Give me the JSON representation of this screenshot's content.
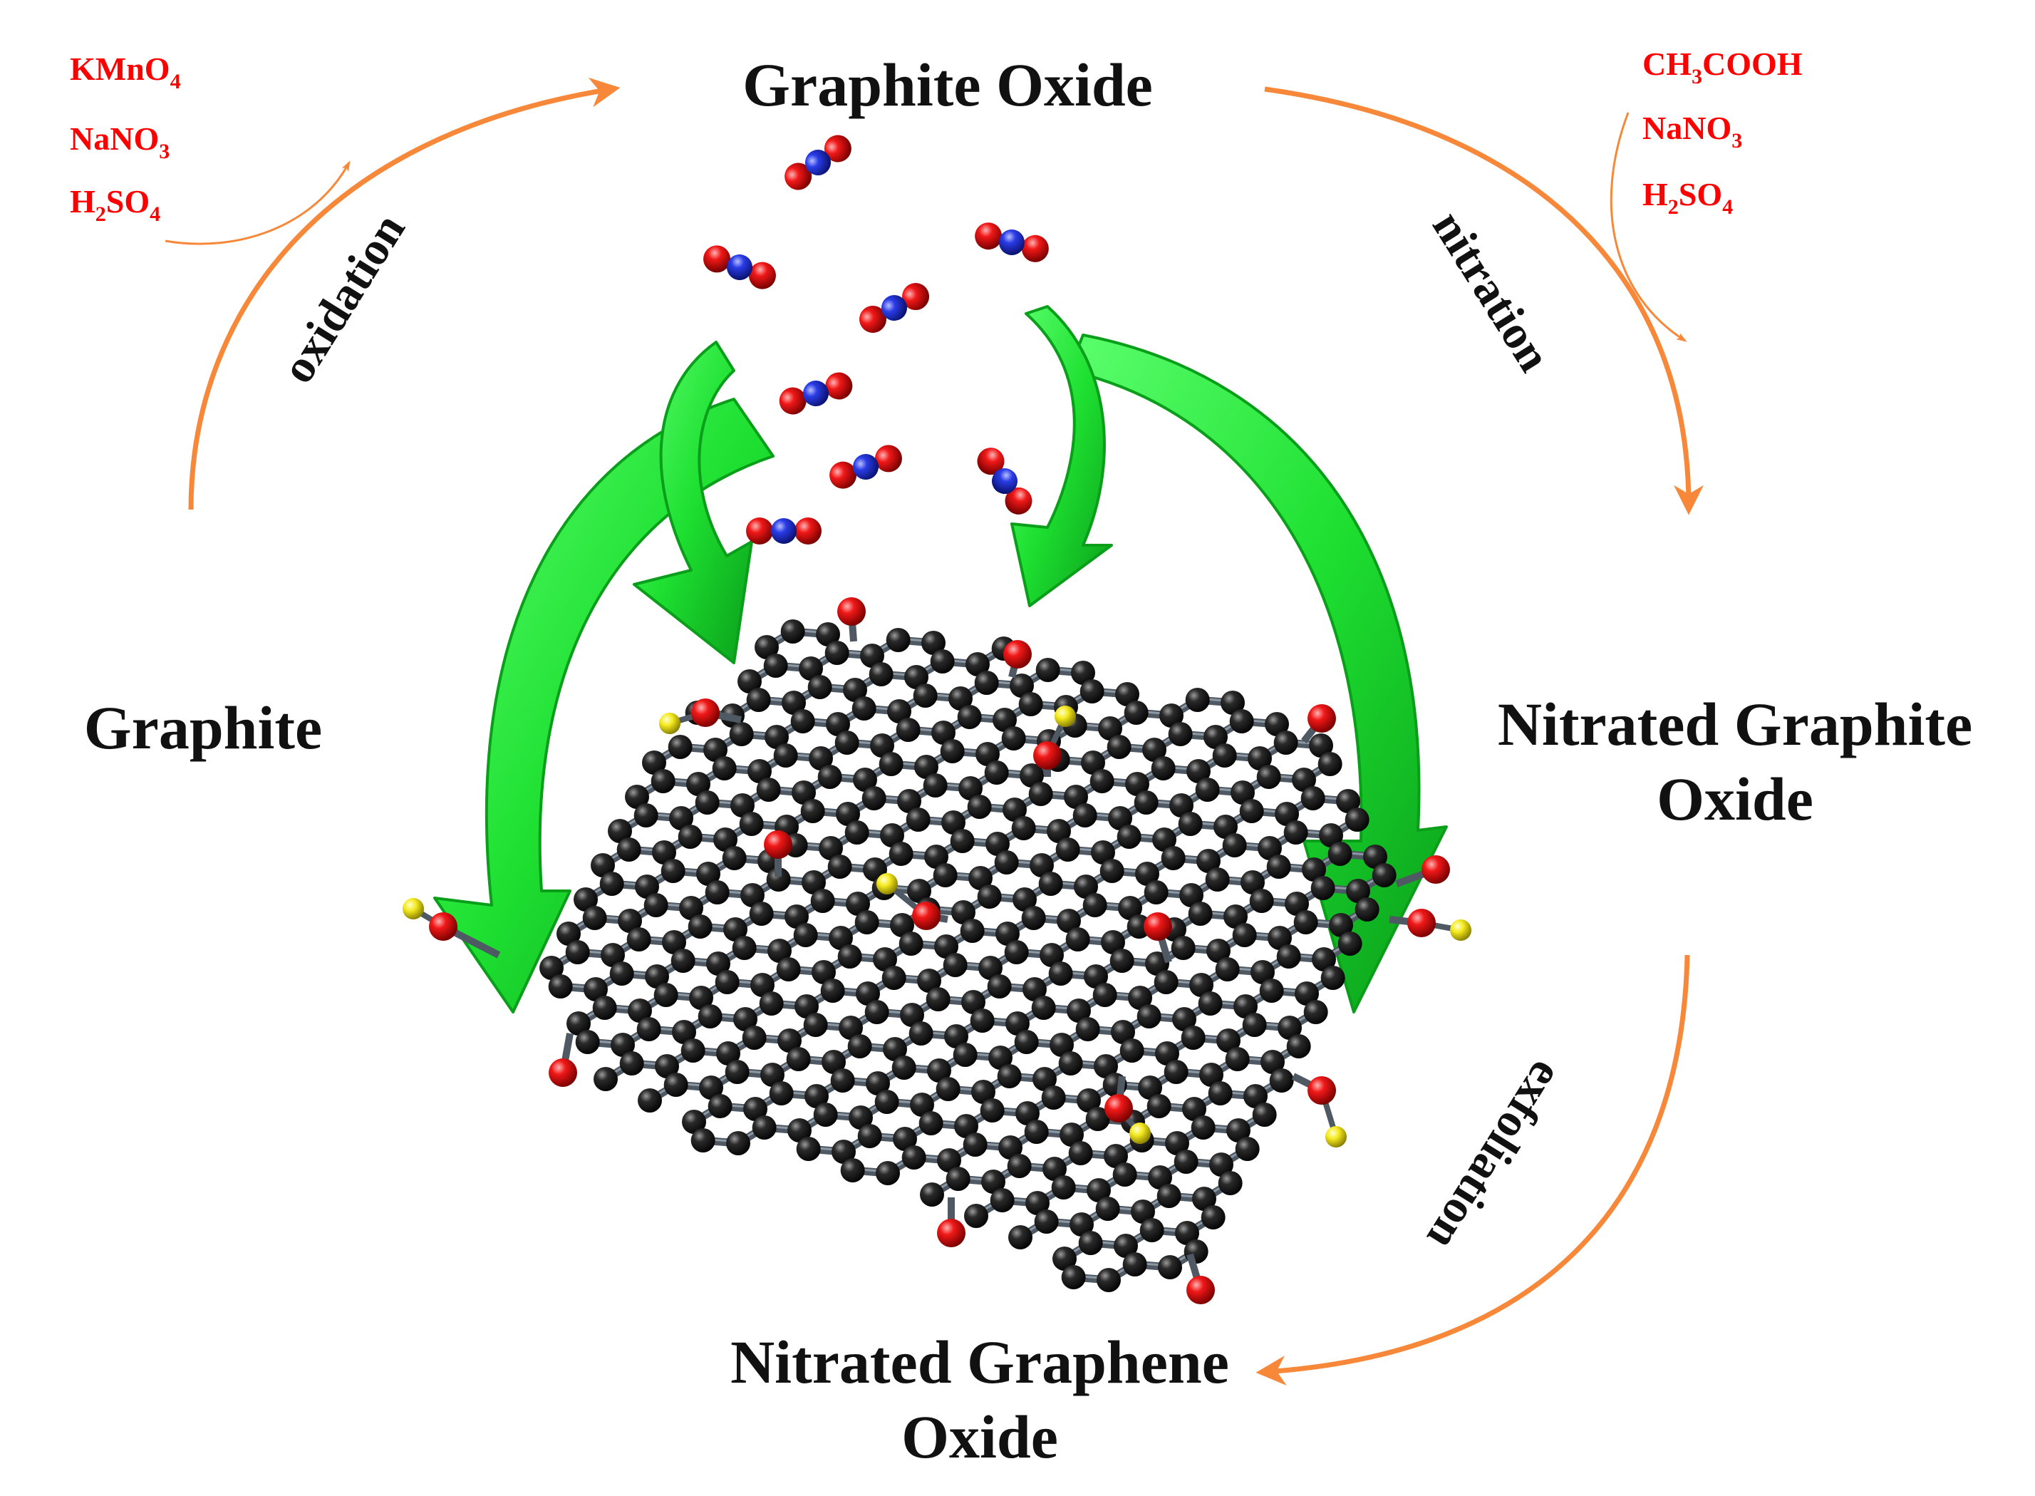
{
  "nodes": {
    "graphite_oxide": "Graphite Oxide",
    "graphite": "Graphite",
    "nitrated_graphite_oxide": [
      "Nitrated Graphite",
      "Oxide"
    ],
    "nitrated_graphene_oxide": [
      "Nitrated Graphene",
      "Oxide"
    ]
  },
  "steps": {
    "oxidation": {
      "label": "oxidation",
      "reagents": [
        {
          "base": "KMnO",
          "sub": "4",
          "tail": ""
        },
        {
          "base": "NaNO",
          "sub": "3",
          "tail": ""
        },
        {
          "base": "H",
          "sub": "2",
          "tail": "SO",
          "sub2": "4"
        }
      ]
    },
    "nitration": {
      "label": "nitration",
      "reagents": [
        {
          "base": "CH",
          "sub": "3",
          "tail": "COOH"
        },
        {
          "base": "NaNO",
          "sub": "3",
          "tail": ""
        },
        {
          "base": "H",
          "sub": "2",
          "tail": "SO",
          "sub2": "4"
        }
      ]
    },
    "exfoliation": {
      "label": "exfoliation"
    }
  },
  "colors": {
    "process_arrow": "#f7883a",
    "reagent_text": "#ff0000",
    "green_arrow": "#19e02c",
    "green_arrow_dark": "#0a9e1a",
    "carbon_atom": "#1a1a1a",
    "bond": "#4e5963",
    "oxygen_atom": "#e8121a",
    "nitrogen_atom": "#1c2fd6",
    "hydrogen_atom": "#f2e81a"
  },
  "icons": {
    "molecules": "nitro-group-molecule-icon",
    "sheet": "graphene-oxide-sheet-icon"
  }
}
